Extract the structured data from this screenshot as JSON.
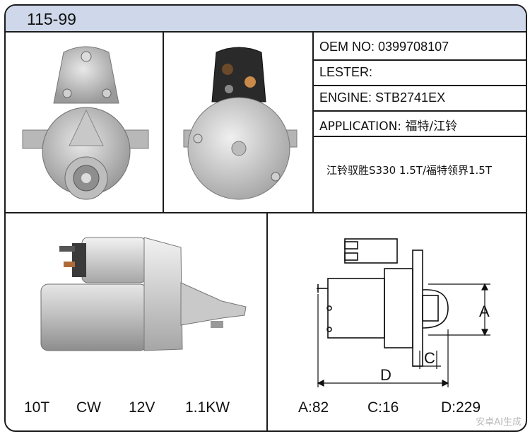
{
  "header": {
    "model": "115-99"
  },
  "specs": {
    "oem": "OEM NO: 0399708107",
    "lester": "LESTER:",
    "engine": "ENGINE: STB2741EX",
    "application": "APPLICATION: 福特/江铃",
    "application_note": "江铃驭胜S330 1.5T/福特领界1.5T"
  },
  "ratings": [
    "10T",
    "CW",
    "12V",
    "1.1KW"
  ],
  "dimensions": {
    "labels": {
      "a": "A",
      "c": "C",
      "d": "D"
    },
    "values": [
      "A:82",
      "C:16",
      "D:229"
    ]
  },
  "watermark": "安卓AI生成"
}
